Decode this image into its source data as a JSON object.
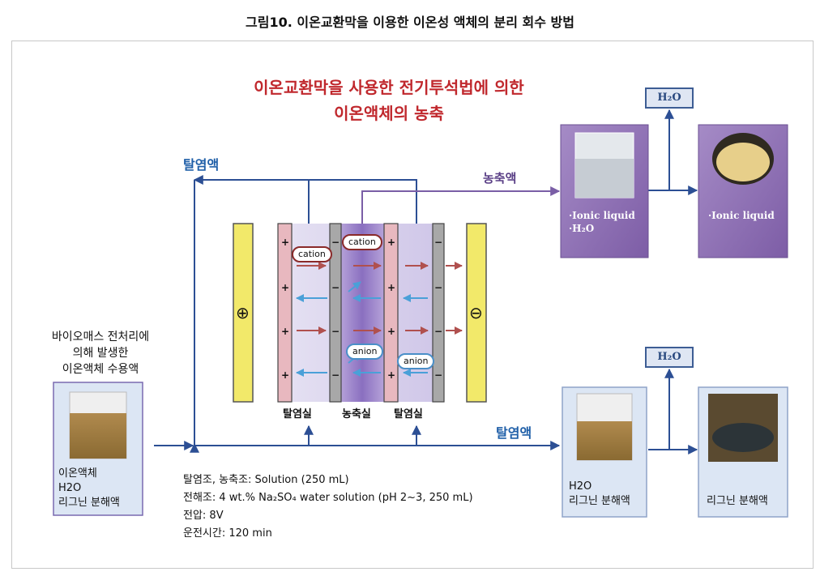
{
  "caption": "그림10. 이온교환막을 이용한 이온성 액체의 분리 회수 방법",
  "title_line1": "이온교환막을 사용한 전기투석법에 의한",
  "title_line2": "이온액체의 농축",
  "labels": {
    "desalted_top": "탈염액",
    "concentrate": "농축액",
    "desalted_bottom": "탈염액",
    "cation": "cation",
    "anion": "anion",
    "chamber_left": "탈염실",
    "chamber_mid": "농축실",
    "chamber_right": "탈염실",
    "plus": "+",
    "minus": "−",
    "anode": "⊕",
    "cathode": "⊖"
  },
  "source": {
    "line1": "바이오매스 전처리에",
    "line2": "의해 발생한",
    "line3": "이온액체 수용액",
    "contents": [
      "이온액체",
      "H2O",
      "리그닌 분해액"
    ]
  },
  "top_box1": {
    "items": [
      "·Ionic liquid",
      "·H₂O"
    ]
  },
  "top_box2": {
    "items": [
      "·Ionic liquid"
    ]
  },
  "bottom_box1": {
    "items": [
      "H2O",
      "리그닌 분해액"
    ]
  },
  "bottom_box2": {
    "items": [
      "리그닌 분해액"
    ]
  },
  "h2o_top": "H₂O",
  "h2o_bottom": "H₂O",
  "conditions": {
    "line1": "탈염조, 농축조: Solution (250 mL)",
    "line2": "전해조: 4 wt.% Na₂SO₄ water solution (pH 2~3, 250 mL)",
    "line3": "전압: 8V",
    "line4": "운전시간: 120 min"
  },
  "colors": {
    "purple_box": "#8d6bb0",
    "light_box": "#dce6f4",
    "arrow_blue": "#2c4f94",
    "electrode": "#f2e96a",
    "membrane_pink": "#e8b8bf",
    "membrane_gray": "#a8a8a8",
    "title_red": "#c0282d"
  }
}
